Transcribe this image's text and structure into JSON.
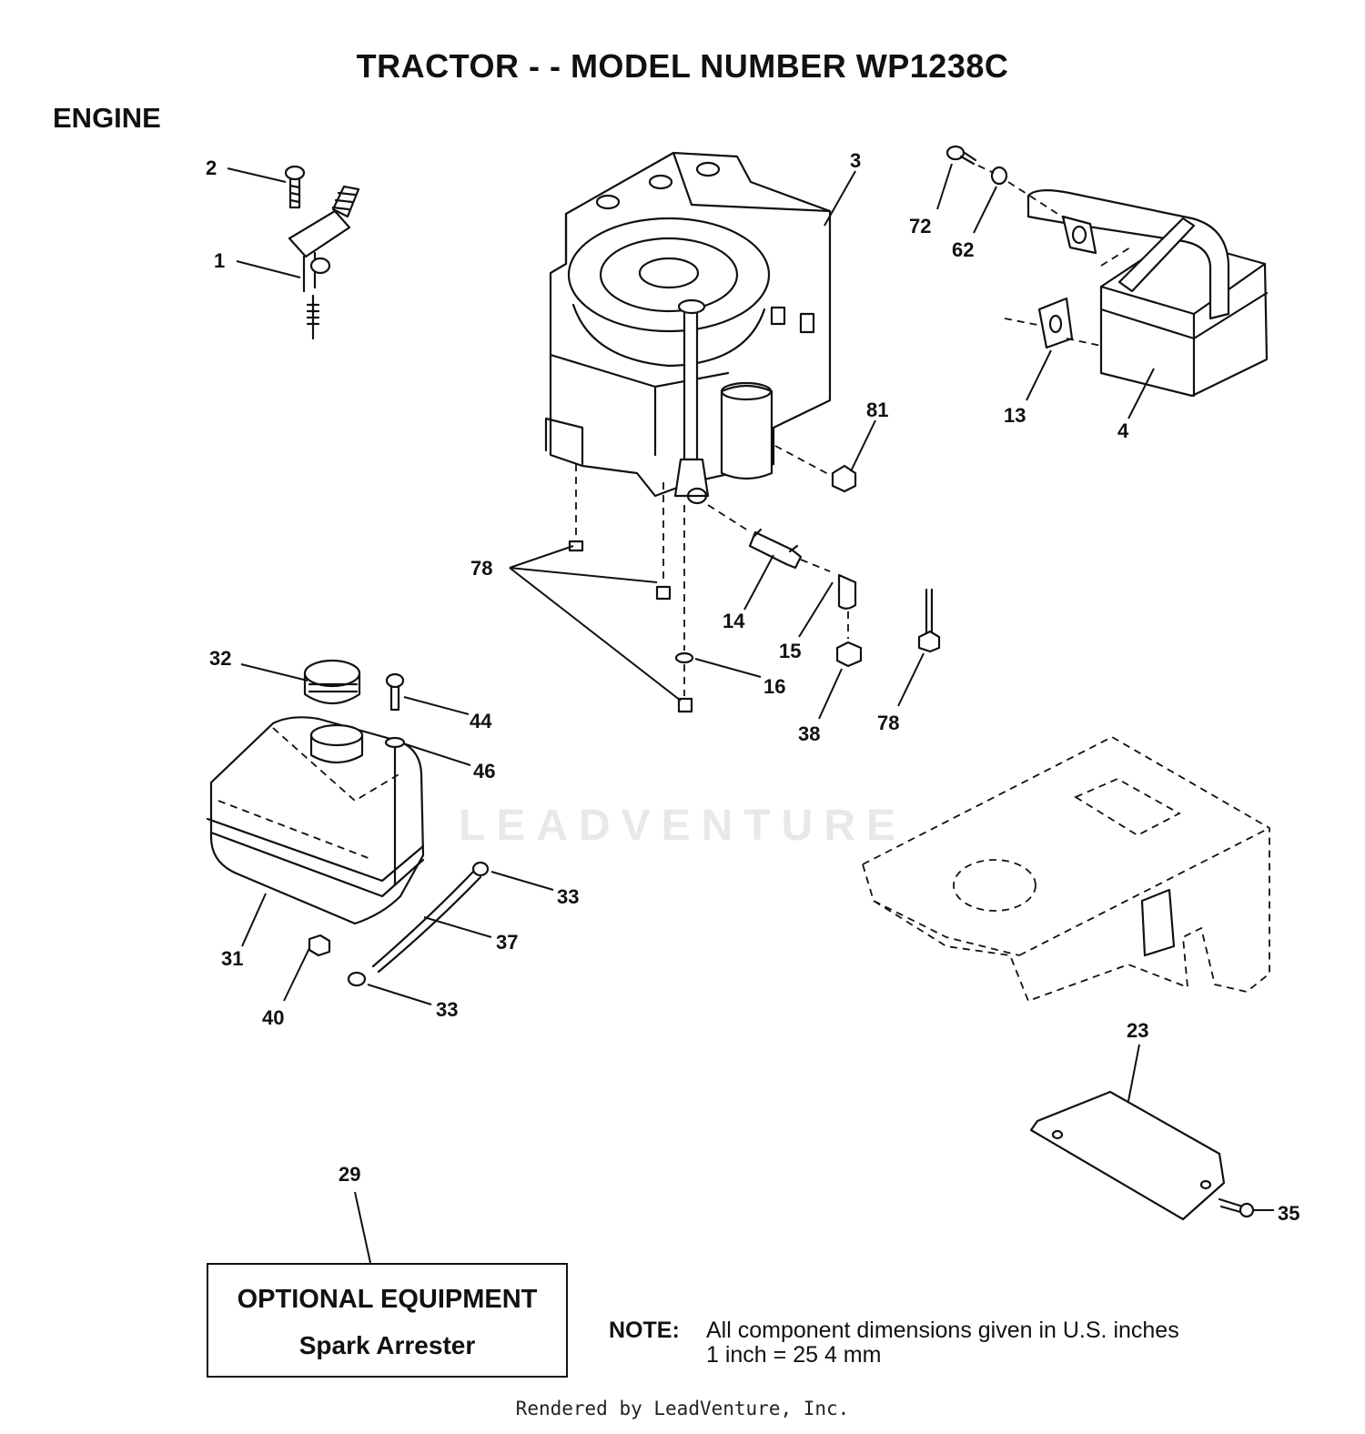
{
  "header": {
    "title": "TRACTOR - - MODEL NUMBER WP1238C",
    "section": "ENGINE"
  },
  "callouts": [
    "1",
    "2",
    "3",
    "4",
    "13",
    "14",
    "15",
    "16",
    "23",
    "29",
    "31",
    "32",
    "33",
    "33",
    "35",
    "37",
    "38",
    "40",
    "44",
    "46",
    "62",
    "72",
    "78",
    "78",
    "81"
  ],
  "optional_equipment": {
    "heading": "OPTIONAL EQUIPMENT",
    "item": "Spark Arrester"
  },
  "note": {
    "label": "NOTE:",
    "line1": "All component dimensions given in U.S. inches",
    "line2": "1 inch = 25 4 mm"
  },
  "watermark": "LEADVENTURE",
  "footer": "Rendered by LeadVenture, Inc."
}
